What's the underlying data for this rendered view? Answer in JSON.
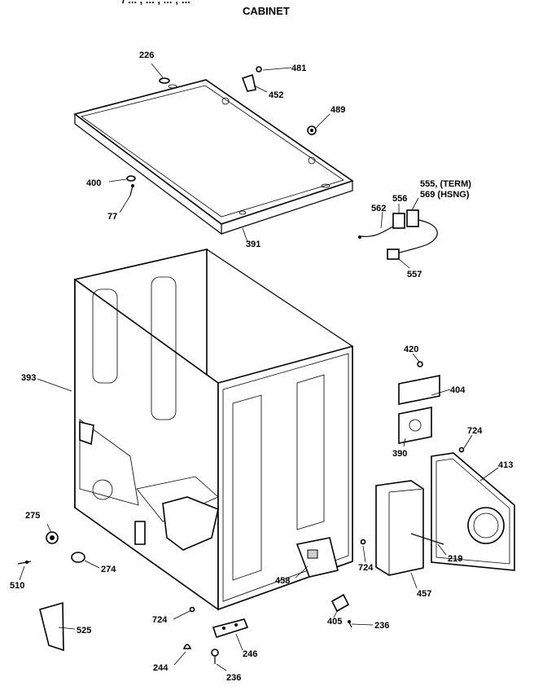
{
  "header": {
    "title_partial": "/ ... , ... , ... ; ...",
    "section": "CABINET"
  },
  "callouts": [
    {
      "id": "226",
      "text": "226"
    },
    {
      "id": "481",
      "text": "481"
    },
    {
      "id": "452",
      "text": "452"
    },
    {
      "id": "489",
      "text": "489"
    },
    {
      "id": "400",
      "text": "400"
    },
    {
      "id": "77",
      "text": "77"
    },
    {
      "id": "391",
      "text": "391"
    },
    {
      "id": "555",
      "text": "555, (TERM)"
    },
    {
      "id": "569",
      "text": "569 (HSNG)"
    },
    {
      "id": "562",
      "text": "562"
    },
    {
      "id": "556",
      "text": "556"
    },
    {
      "id": "557",
      "text": "557"
    },
    {
      "id": "393",
      "text": "393"
    },
    {
      "id": "420",
      "text": "420"
    },
    {
      "id": "404",
      "text": "404"
    },
    {
      "id": "724a",
      "text": "724"
    },
    {
      "id": "390",
      "text": "390"
    },
    {
      "id": "413",
      "text": "413"
    },
    {
      "id": "275",
      "text": "275"
    },
    {
      "id": "274",
      "text": "274"
    },
    {
      "id": "510",
      "text": "510"
    },
    {
      "id": "219",
      "text": "219"
    },
    {
      "id": "458",
      "text": "458"
    },
    {
      "id": "724b",
      "text": "724"
    },
    {
      "id": "457",
      "text": "457"
    },
    {
      "id": "525",
      "text": "525"
    },
    {
      "id": "724c",
      "text": "724"
    },
    {
      "id": "405",
      "text": "405"
    },
    {
      "id": "236a",
      "text": "236"
    },
    {
      "id": "246",
      "text": "246"
    },
    {
      "id": "244",
      "text": "244"
    },
    {
      "id": "236b",
      "text": "236"
    }
  ]
}
